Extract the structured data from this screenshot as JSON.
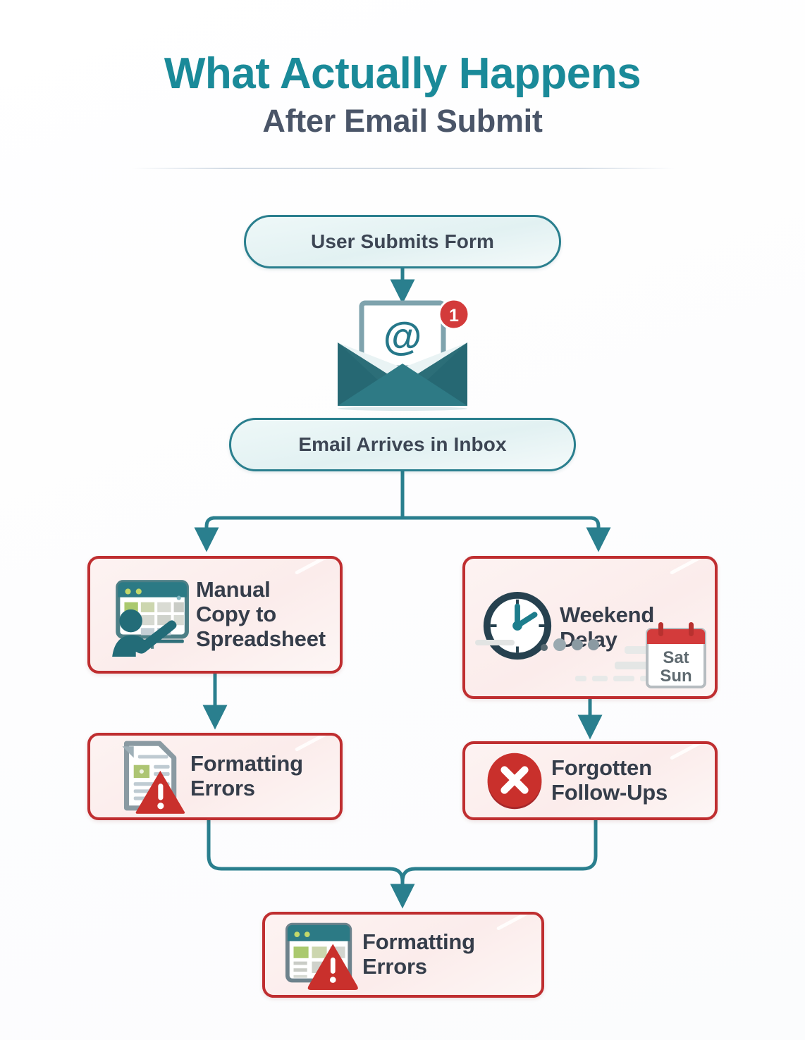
{
  "title": {
    "main": "What Actually Happens",
    "sub": "After Email Submit"
  },
  "colors": {
    "teal_accent": "#1a8a99",
    "teal_border": "#2a7f8e",
    "teal_dark": "#2c6e78",
    "subtitle_gray": "#4a5568",
    "red_border": "#bf2e30",
    "red_fill": "#fdf3f2",
    "red_icon": "#c9302c",
    "node_fill": "#e2f1f2",
    "label_text": "#353d4a",
    "divider": "#cbd5e0"
  },
  "flow": {
    "nodes": [
      {
        "id": "user-submits",
        "label": "User Submits Form",
        "kind": "start"
      },
      {
        "id": "email-inbox",
        "label": "Email Arrives in Inbox",
        "kind": "process"
      },
      {
        "id": "manual-copy",
        "label": "Manual\nCopy to\nSpreadsheet",
        "kind": "problem",
        "icon": "spreadsheet-person-icon"
      },
      {
        "id": "weekend-delay",
        "label": "Weekend\nDelay",
        "kind": "problem",
        "icon": "clock-icon"
      },
      {
        "id": "formatting-1",
        "label": "Formatting\nErrors",
        "kind": "problem",
        "icon": "document-warning-icon"
      },
      {
        "id": "forgotten",
        "label": "Forgotten\nFollow-Ups",
        "kind": "problem",
        "icon": "x-circle-icon"
      },
      {
        "id": "formatting-2",
        "label": "Formatting\nErrors",
        "kind": "problem",
        "icon": "spreadsheet-warning-icon"
      }
    ],
    "node_labels": {
      "user_submits": "User Submits Form",
      "email_inbox": "Email Arrives in Inbox",
      "manual_copy_line1": "Manual",
      "manual_copy_line2": "Copy to",
      "manual_copy_line3": "Spreadsheet",
      "weekend_line1": "Weekend",
      "weekend_line2": "Delay",
      "formatting1_line1": "Formatting",
      "formatting1_line2": "Errors",
      "forgotten_line1": "Forgotten",
      "forgotten_line2": "Follow-Ups",
      "formatting2_line1": "Formatting",
      "formatting2_line2": "Errors"
    },
    "edges": [
      {
        "from": "user-submits",
        "to": "envelope",
        "style": "straight-arrow"
      },
      {
        "from": "envelope",
        "to": "email-inbox",
        "style": "implicit"
      },
      {
        "from": "email-inbox",
        "to": "manual-copy",
        "style": "split-left-arrow"
      },
      {
        "from": "email-inbox",
        "to": "weekend-delay",
        "style": "split-right-arrow"
      },
      {
        "from": "manual-copy",
        "to": "formatting-1",
        "style": "straight-arrow"
      },
      {
        "from": "weekend-delay",
        "to": "forgotten",
        "style": "straight-arrow"
      },
      {
        "from": "formatting-1",
        "to": "formatting-2",
        "style": "merge-left-arrow"
      },
      {
        "from": "forgotten",
        "to": "formatting-2",
        "style": "merge-right-arrow"
      }
    ]
  },
  "envelope": {
    "badge_count": "1",
    "letter_symbol": "@",
    "icon_name": "open-envelope-icon"
  },
  "weekend_card": {
    "calendar_day_1": "Sat",
    "calendar_day_2": "Sun",
    "calendar_icon": "calendar-icon",
    "clock_icon": "clock-icon",
    "dots_count": 3
  }
}
